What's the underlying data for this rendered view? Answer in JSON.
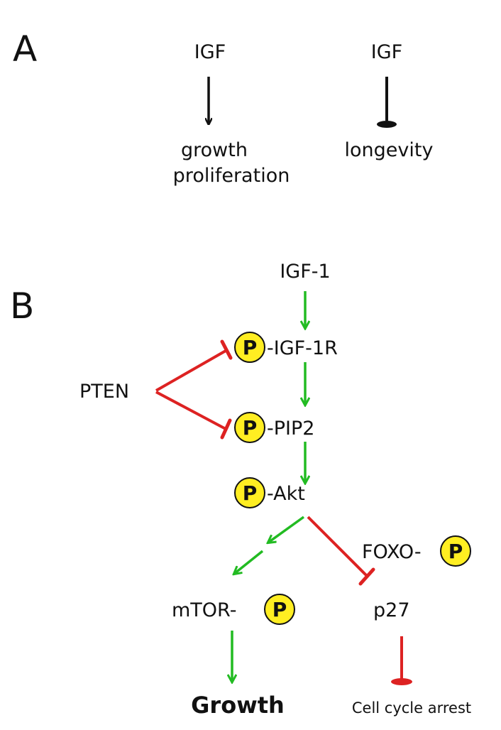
{
  "panel_a": {
    "letter": "A",
    "left": {
      "source": "IGF",
      "target_line1": "growth",
      "target_line2": "proliferation"
    },
    "right": {
      "source": "IGF",
      "target": "longevity"
    }
  },
  "panel_b": {
    "letter": "B",
    "nodes": {
      "igf1": "IGF-1",
      "igf1r": "-IGF-1R",
      "pten": "PTEN",
      "pip2": "-PIP2",
      "akt": "-Akt",
      "foxo": "FOXO-",
      "mtor": "mTOR-",
      "p27": "p27",
      "growth": "Growth",
      "arrest": "Cell cycle arrest"
    },
    "phospho_label": "P"
  },
  "colors": {
    "activation": "#22bb22",
    "inhibition": "#dd2222",
    "neutral": "#111111",
    "phospho_fill": "#ffee22"
  }
}
